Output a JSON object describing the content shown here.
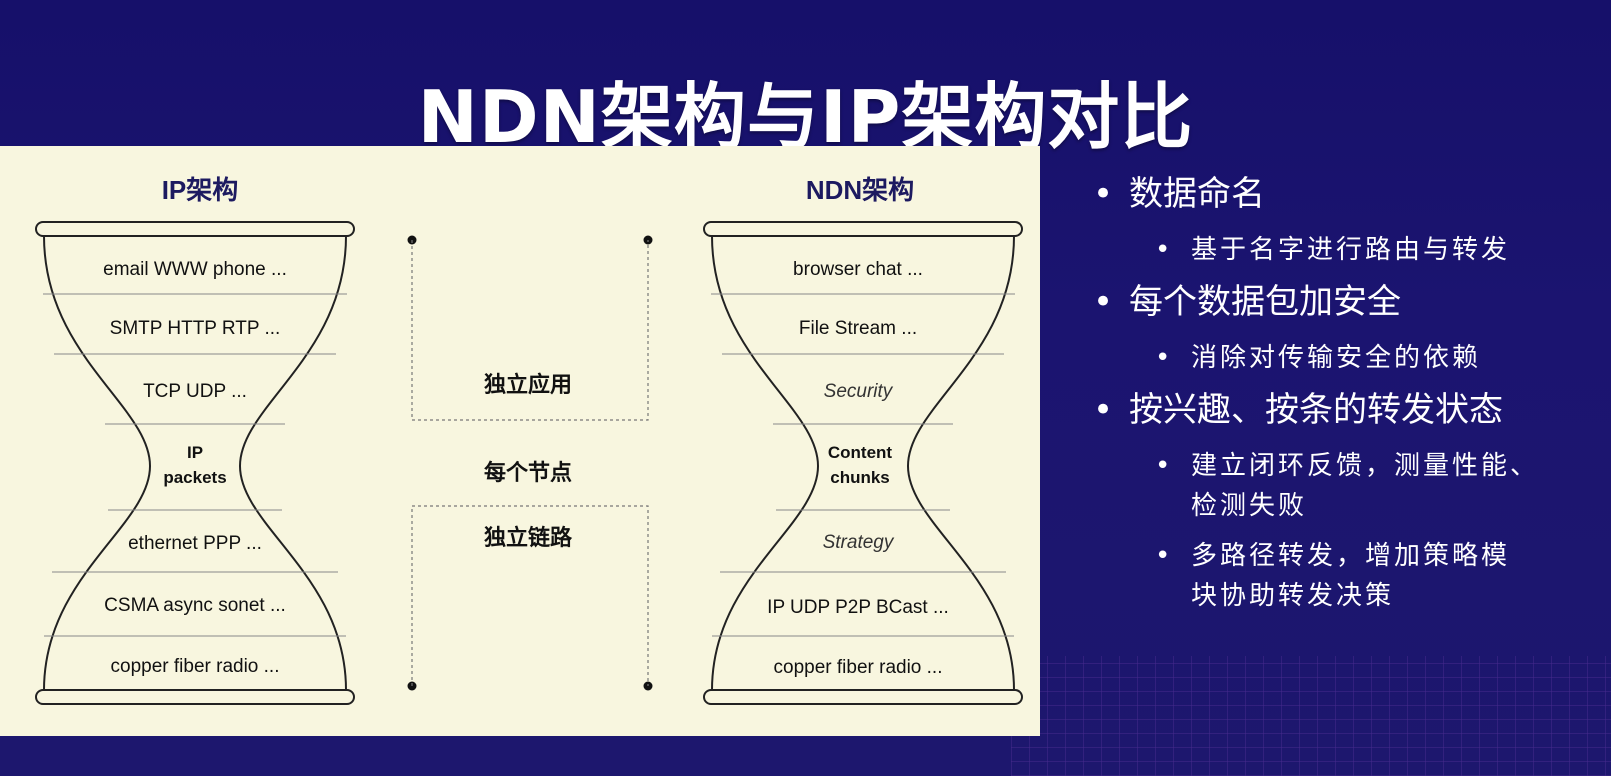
{
  "title": "NDN架构与IP架构对比",
  "ip": {
    "heading": "IP架构",
    "layers": [
      "email  WWW  phone ...",
      "SMTP  HTTP  RTP ...",
      "TCP  UDP  ...",
      "ethernet  PPP ...",
      "CSMA  async  sonet  ...",
      "copper  fiber  radio  ..."
    ],
    "waist": [
      "IP",
      "packets"
    ]
  },
  "ndn": {
    "heading": "NDN架构",
    "layers": [
      "browser  chat  ...",
      "File  Stream  ...",
      "Security",
      "Strategy",
      "IP  UDP  P2P  BCast  ...",
      "copper  fiber  radio  ..."
    ],
    "waist": [
      "Content",
      "chunks"
    ]
  },
  "middle": {
    "app": "独立应用",
    "node": "每个节点",
    "link": "独立链路"
  },
  "bullets": [
    {
      "text": "数据命名",
      "subs": [
        [
          "基于名字进行路由与转发"
        ]
      ]
    },
    {
      "text": "每个数据包加安全",
      "subs": [
        [
          "消除对传输安全的依赖"
        ]
      ]
    },
    {
      "text": "按兴趣、按条的转发状态",
      "subs": [
        [
          "建立闭环反馈，测量性能、",
          "检测失败"
        ],
        [
          "多路径转发，增加策略模",
          "块协助转发决策"
        ]
      ]
    }
  ]
}
